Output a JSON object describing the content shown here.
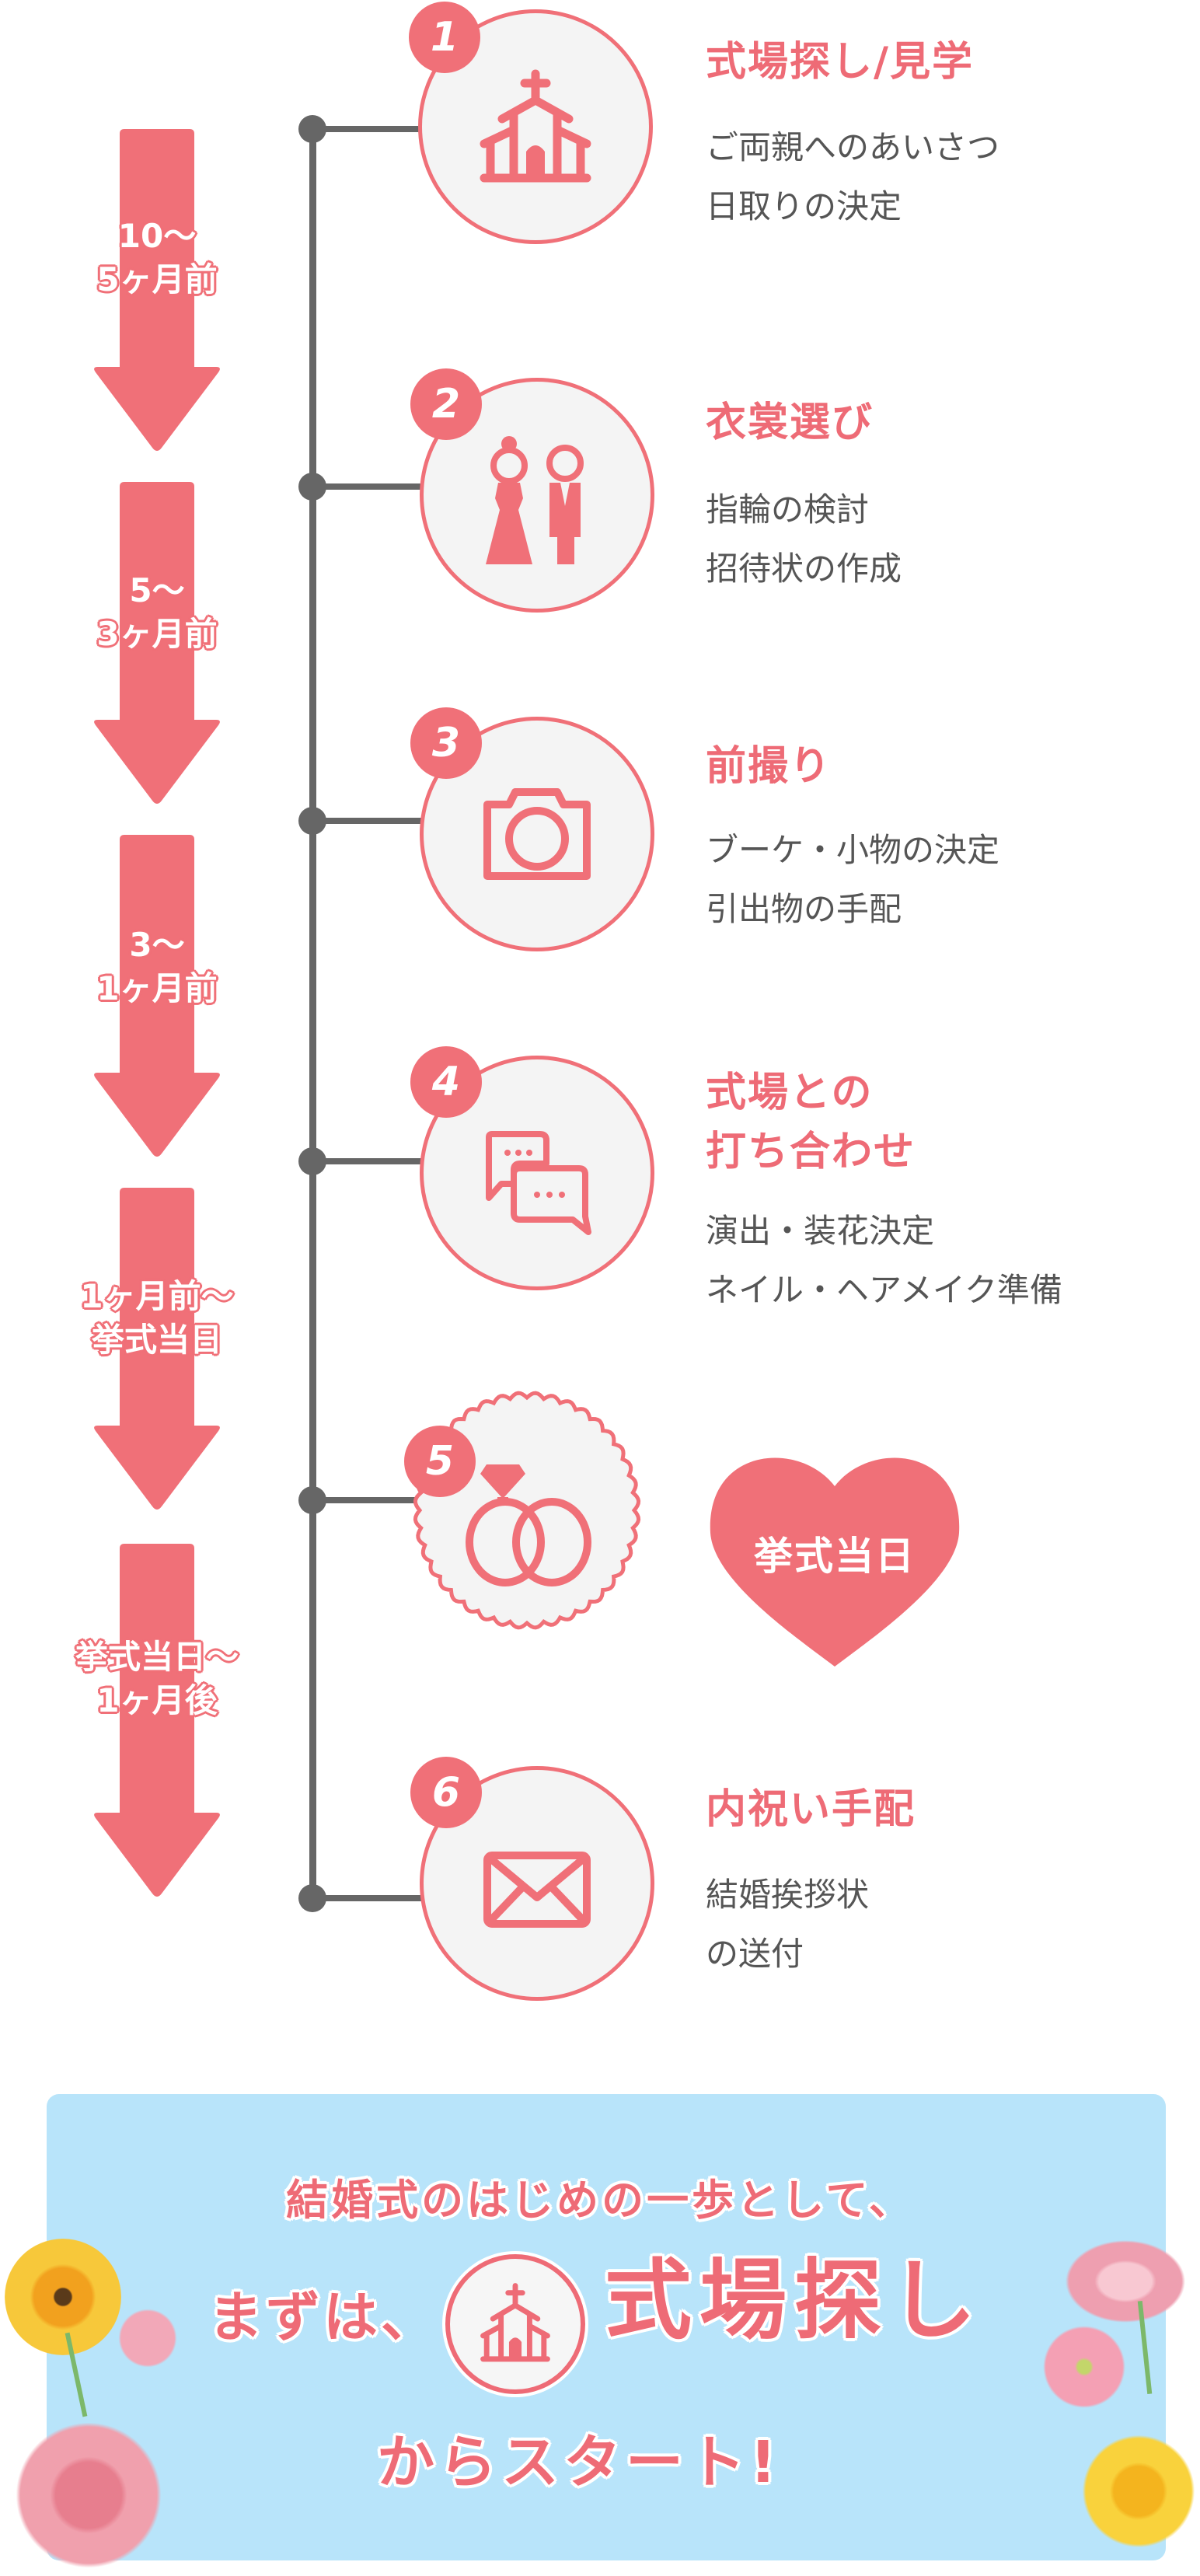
{
  "colors": {
    "accent": "#f07078",
    "spine": "#666666",
    "body_text": "#555555",
    "banner_bg": "#b8e4fa"
  },
  "periods": [
    {
      "line1": "10〜",
      "line2": "5ヶ月前"
    },
    {
      "line1": "5〜",
      "line2": "3ヶ月前"
    },
    {
      "line1": "3〜",
      "line2": "1ヶ月前"
    },
    {
      "line1": "1ヶ月前〜",
      "line2": "挙式当日"
    },
    {
      "line1": "挙式当日〜",
      "line2": "1ヶ月後"
    }
  ],
  "steps": [
    {
      "number": "1",
      "icon": "church-icon",
      "title_lines": [
        "式場探し/見学"
      ],
      "body_lines": [
        "ご両親へのあいさつ",
        "日取りの決定"
      ]
    },
    {
      "number": "2",
      "icon": "bride-groom-icon",
      "title_lines": [
        "衣裳選び"
      ],
      "body_lines": [
        "指輪の検討",
        "招待状の作成"
      ]
    },
    {
      "number": "3",
      "icon": "camera-icon",
      "title_lines": [
        "前撮り"
      ],
      "body_lines": [
        "ブーケ・小物の決定",
        "引出物の手配"
      ]
    },
    {
      "number": "4",
      "icon": "chat-bubbles-icon",
      "title_lines": [
        "式場との",
        "打ち合わせ"
      ],
      "body_lines": [
        "演出・装花決定",
        "ネイル・ヘアメイク準備"
      ]
    },
    {
      "number": "5",
      "icon": "wedding-rings-icon",
      "heart_label": "挙式当日"
    },
    {
      "number": "6",
      "icon": "envelope-icon",
      "title_lines": [
        "内祝い手配"
      ],
      "body_lines": [
        "結婚挨拶状",
        "の送付"
      ]
    }
  ],
  "banner": {
    "line1": "結婚式のはじめの一歩として、",
    "line2_prefix": "まずは、",
    "line2_emphasis": "式場探し",
    "line3": "からスタート!",
    "icon": "church-icon"
  }
}
